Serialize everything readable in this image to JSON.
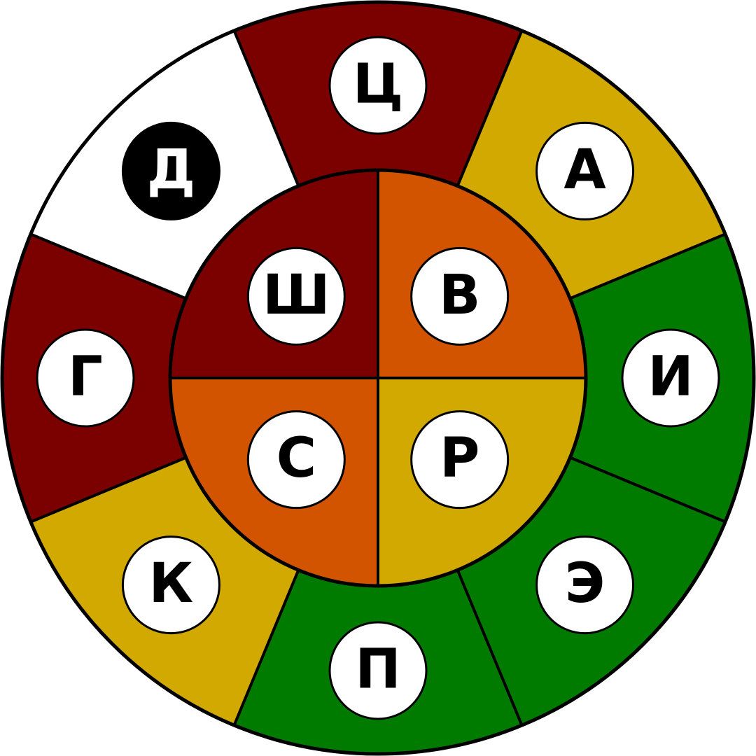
{
  "colors": {
    "maroon": "#7b0000",
    "gold": "#d1a900",
    "green": "#007b00",
    "orange": "#d35400",
    "white": "#ffffff",
    "black": "#000000"
  },
  "outer_sectors": [
    {
      "id": "ts",
      "letter": "Ц",
      "fill": "#7b0000",
      "badge_fill": "#ffffff",
      "text_fill": "#000000"
    },
    {
      "id": "a",
      "letter": "А",
      "fill": "#d1a900",
      "badge_fill": "#ffffff",
      "text_fill": "#000000"
    },
    {
      "id": "i",
      "letter": "И",
      "fill": "#007b00",
      "badge_fill": "#ffffff",
      "text_fill": "#000000"
    },
    {
      "id": "e",
      "letter": "Э",
      "fill": "#007b00",
      "badge_fill": "#ffffff",
      "text_fill": "#000000"
    },
    {
      "id": "p",
      "letter": "П",
      "fill": "#007b00",
      "badge_fill": "#ffffff",
      "text_fill": "#000000"
    },
    {
      "id": "k",
      "letter": "К",
      "fill": "#d1a900",
      "badge_fill": "#ffffff",
      "text_fill": "#000000"
    },
    {
      "id": "g",
      "letter": "Г",
      "fill": "#7b0000",
      "badge_fill": "#ffffff",
      "text_fill": "#000000"
    },
    {
      "id": "d",
      "letter": "Д",
      "fill": "#ffffff",
      "badge_fill": "#000000",
      "text_fill": "#ffffff"
    }
  ],
  "inner_quadrants": [
    {
      "id": "sh",
      "letter": "Ш",
      "position": "top-left",
      "fill": "#7b0000"
    },
    {
      "id": "v",
      "letter": "В",
      "position": "top-right",
      "fill": "#d35400"
    },
    {
      "id": "s",
      "letter": "С",
      "position": "bottom-left",
      "fill": "#d35400"
    },
    {
      "id": "r",
      "letter": "Р",
      "position": "bottom-right",
      "fill": "#d1a900"
    }
  ]
}
